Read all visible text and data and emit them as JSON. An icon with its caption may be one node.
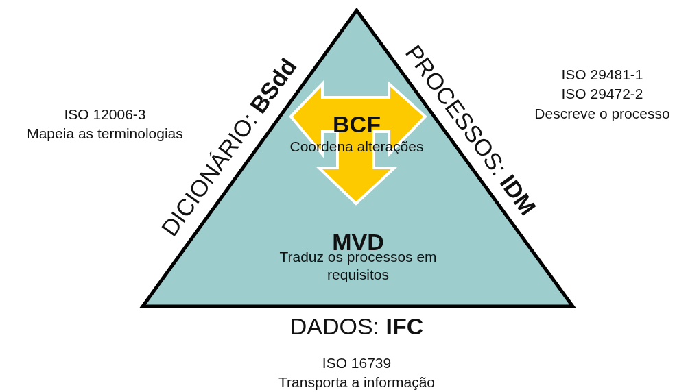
{
  "diagram": {
    "nodes": [
      {
        "text": [
          "MVD",
          "Traduz os processos em requisitos"
        ]
      },
      {
        "text": [
          "BCF",
          "Coordena alterações"
        ],
        "in": 0
      }
    ],
    "labels": [
      "ISO 29481-1",
      "ISO 29472-2",
      "Descreve o processo",
      "ISO 12006-3",
      "Mapeia as terminologias",
      "DICIONÁRIO: **BSdd**",
      "PROCESSOS: **IDM**",
      "DADOS: **IFC**",
      "ISO 16739",
      "Transporta a informação"
    ]
  }
}
